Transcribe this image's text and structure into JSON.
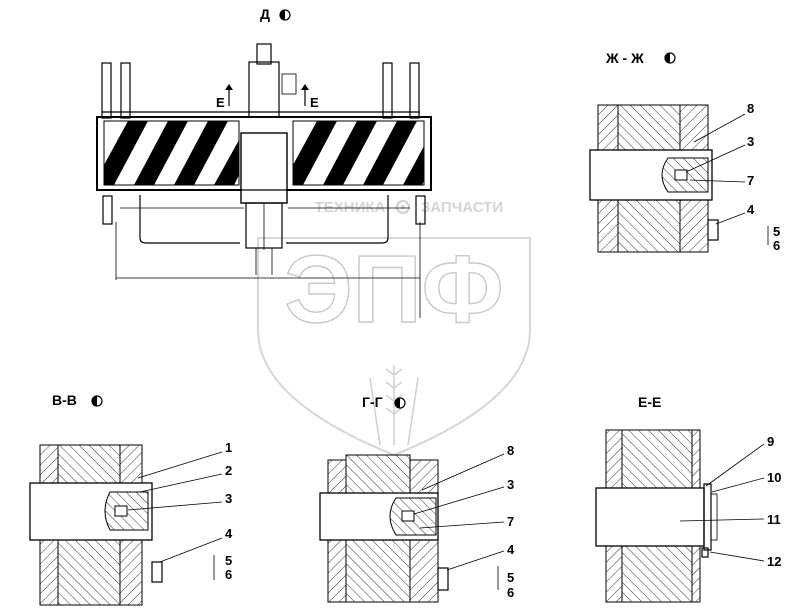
{
  "views": {
    "d": {
      "title": "Д"
    },
    "zh": {
      "title": "Ж - Ж"
    },
    "vv": {
      "title": "В-В"
    },
    "gg": {
      "title": "Г-Г"
    },
    "ee": {
      "title": "Е-Е"
    },
    "cut_mark": "Е"
  },
  "callouts": {
    "zh": [
      "8",
      "3",
      "7",
      "4",
      "5",
      "6"
    ],
    "vv": [
      "1",
      "2",
      "3",
      "4",
      "5",
      "6"
    ],
    "gg": [
      "8",
      "3",
      "7",
      "4",
      "5",
      "6"
    ],
    "ee": [
      "9",
      "10",
      "11",
      "12"
    ]
  },
  "watermark": {
    "logo_text": "ЭПФ",
    "left_word": "ТЕХНИКА",
    "right_word": "ЗАПЧАСТИ",
    "icon": "gear-icon"
  },
  "icons": {
    "view_marker": "rotation-marker-icon"
  }
}
